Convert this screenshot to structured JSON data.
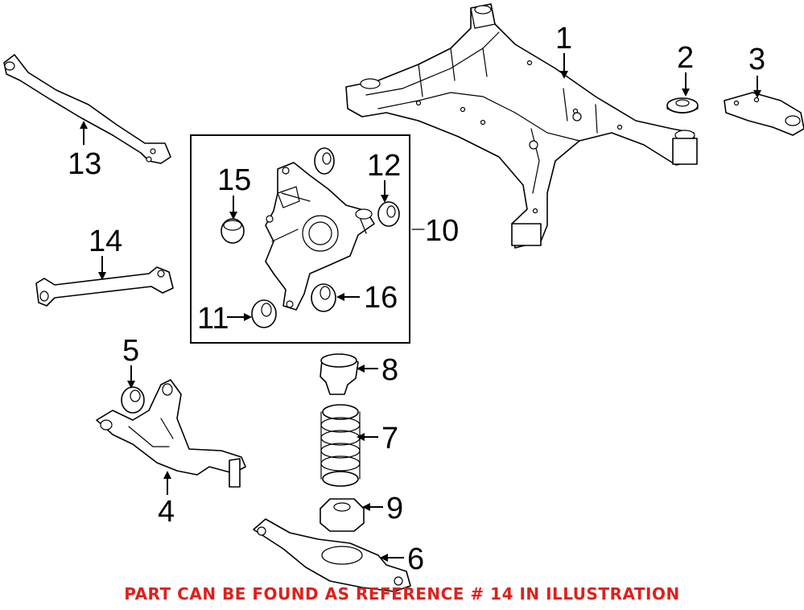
{
  "callouts": [
    "1",
    "2",
    "3",
    "4",
    "5",
    "6",
    "7",
    "8",
    "9",
    "10",
    "11",
    "12",
    "13",
    "14",
    "15",
    "16"
  ],
  "footer": {
    "text": "PART CAN BE FOUND AS REFERENCE # 14 IN ILLUSTRATION",
    "color": "#e0201b"
  },
  "box": {
    "label": "10"
  }
}
